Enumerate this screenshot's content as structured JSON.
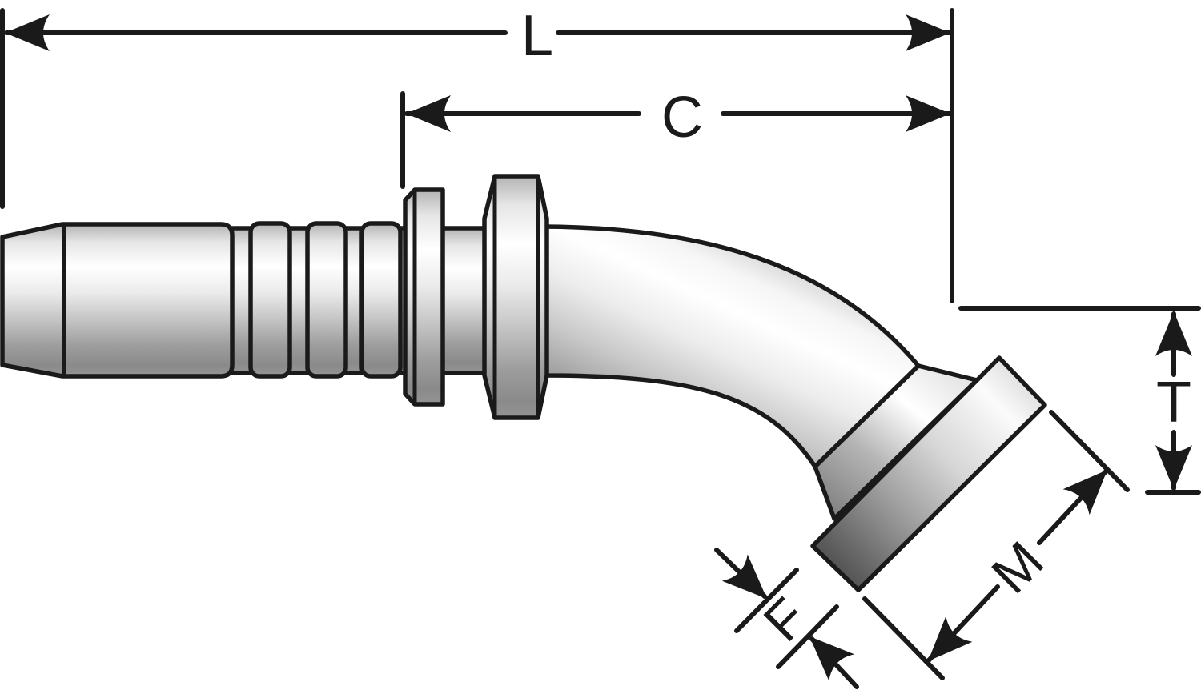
{
  "diagram": {
    "type": "technical-dimension-drawing",
    "subject": "45-degree flange hydraulic hose fitting, side view with dimension callouts",
    "labels": {
      "overall_length": "L",
      "cutoff_length": "C",
      "drop_height": "T",
      "flange_thickness": "F",
      "flange_face_length": "M"
    },
    "colors": {
      "outline": "#1a1a1a",
      "background": "#ffffff",
      "metal_highlight": "#ffffff",
      "metal_shadow": "#4a4a4a"
    }
  }
}
